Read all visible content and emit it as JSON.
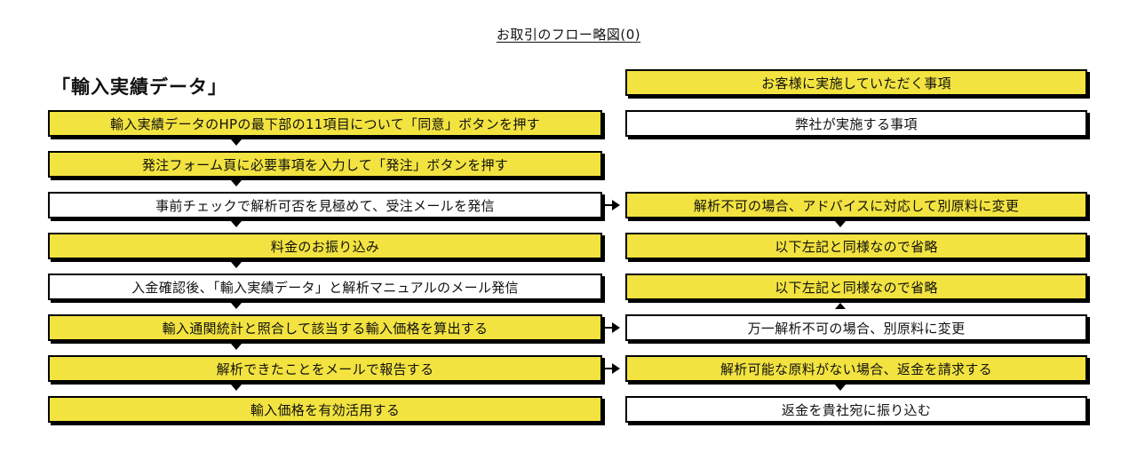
{
  "title": "お取引のフロー略図(0)",
  "heading": "「輸入実績データ」",
  "legend": {
    "customer": "お客様に実施していただく事項",
    "company": "弊社が実施する事項"
  },
  "left_steps": [
    {
      "text": "輸入実績データのHPの最下部の11項目について「同意」ボタンを押す",
      "style": "yellow"
    },
    {
      "text": "発注フォーム頁に必要事項を入力して「発注」ボタンを押す",
      "style": "yellow"
    },
    {
      "text": "事前チェックで解析可否を見極めて、受注メールを発信",
      "style": "white"
    },
    {
      "text": "料金のお振り込み",
      "style": "yellow"
    },
    {
      "text": "入金確認後、「輸入実績データ」と解析マニュアルのメール発信",
      "style": "white"
    },
    {
      "text": "輸入通関統計と照合して該当する輸入価格を算出する",
      "style": "yellow"
    },
    {
      "text": "解析できたことをメールで報告する",
      "style": "yellow"
    },
    {
      "text": "輸入価格を有効活用する",
      "style": "yellow"
    }
  ],
  "right_steps": [
    {
      "text": "解析不可の場合、アドバイスに対応して別原料に変更",
      "style": "yellow"
    },
    {
      "text": "以下左記と同様なので省略",
      "style": "yellow"
    },
    {
      "text": "以下左記と同様なので省略",
      "style": "yellow"
    },
    {
      "text": "万一解析不可の場合、別原料に変更",
      "style": "white"
    },
    {
      "text": "解析可能な原料がない場合、返金を請求する",
      "style": "yellow"
    },
    {
      "text": "返金を貴社宛に振り込む",
      "style": "white"
    }
  ],
  "colors": {
    "yellow": "#f2e340",
    "white": "#ffffff",
    "border": "#000000"
  }
}
